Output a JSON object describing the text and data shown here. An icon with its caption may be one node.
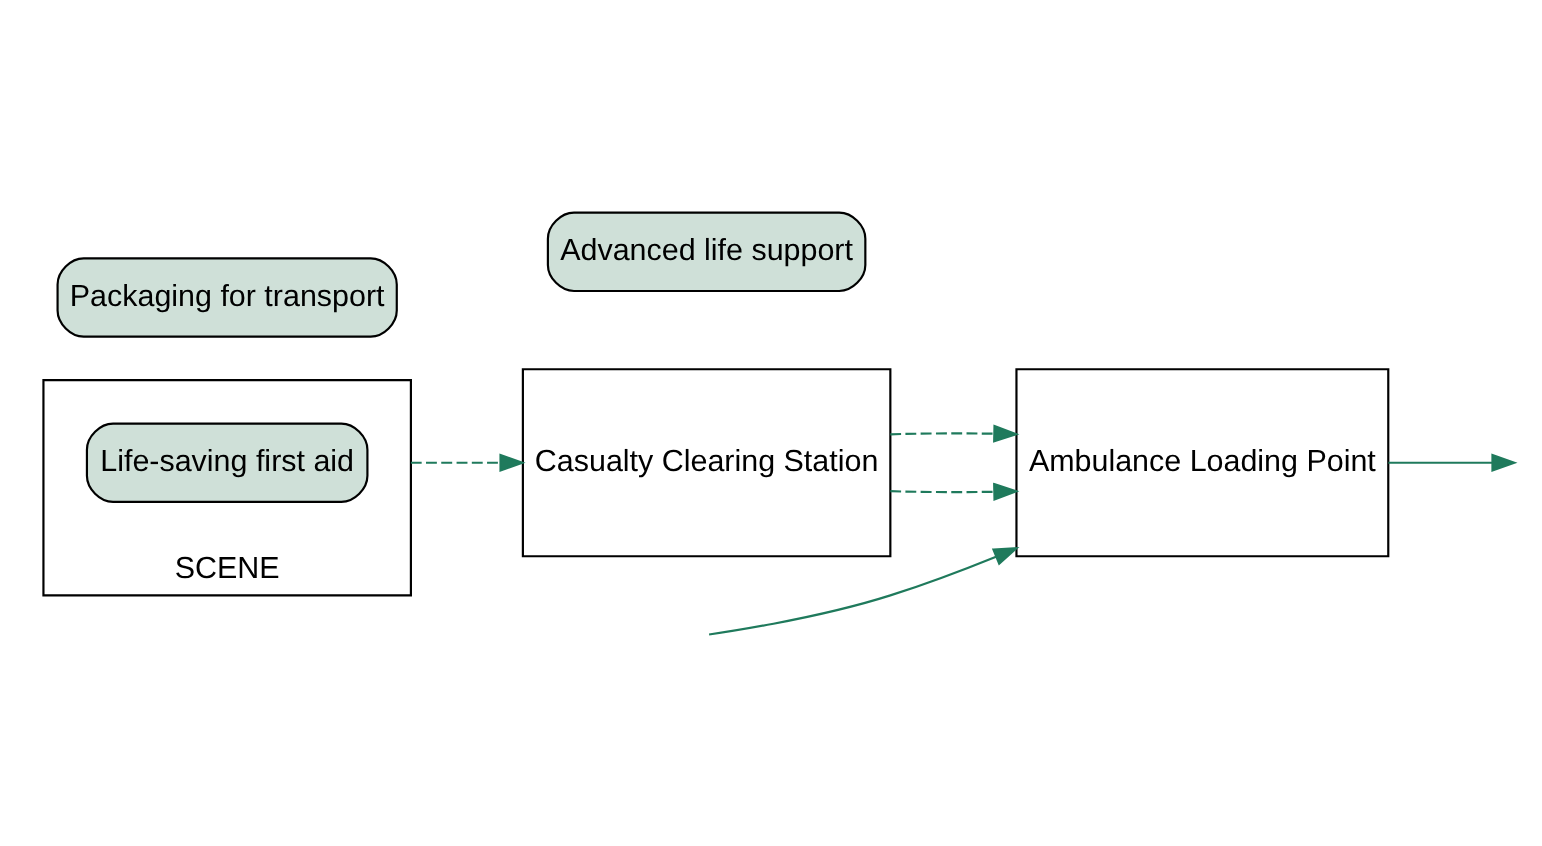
{
  "diagram": {
    "nodes": [
      {
        "text": [
          "SCENE"
        ]
      },
      {
        "text": [
          "Life-saving first aid"
        ],
        "in": 0
      },
      {
        "text": [
          "Advanced life support"
        ]
      },
      {
        "text": [
          "Packaging for transport"
        ]
      },
      {
        "text": [
          "Casualty Clearing Station"
        ]
      },
      {
        "text": [
          "Ambulance Loading Point"
        ]
      }
    ],
    "edges": [
      {
        "from": 0,
        "to": 4,
        "arrow": "to",
        "style": "dashed"
      },
      {
        "from": 4,
        "to": 5,
        "arrow": "to",
        "style": "dashed"
      },
      {
        "from": 4,
        "to": 5,
        "arrow": "to",
        "style": "dashed"
      },
      {
        "from": null,
        "to": 5,
        "arrow": "to"
      },
      {
        "from": 5,
        "to": null,
        "arrow": "to"
      }
    ]
  }
}
